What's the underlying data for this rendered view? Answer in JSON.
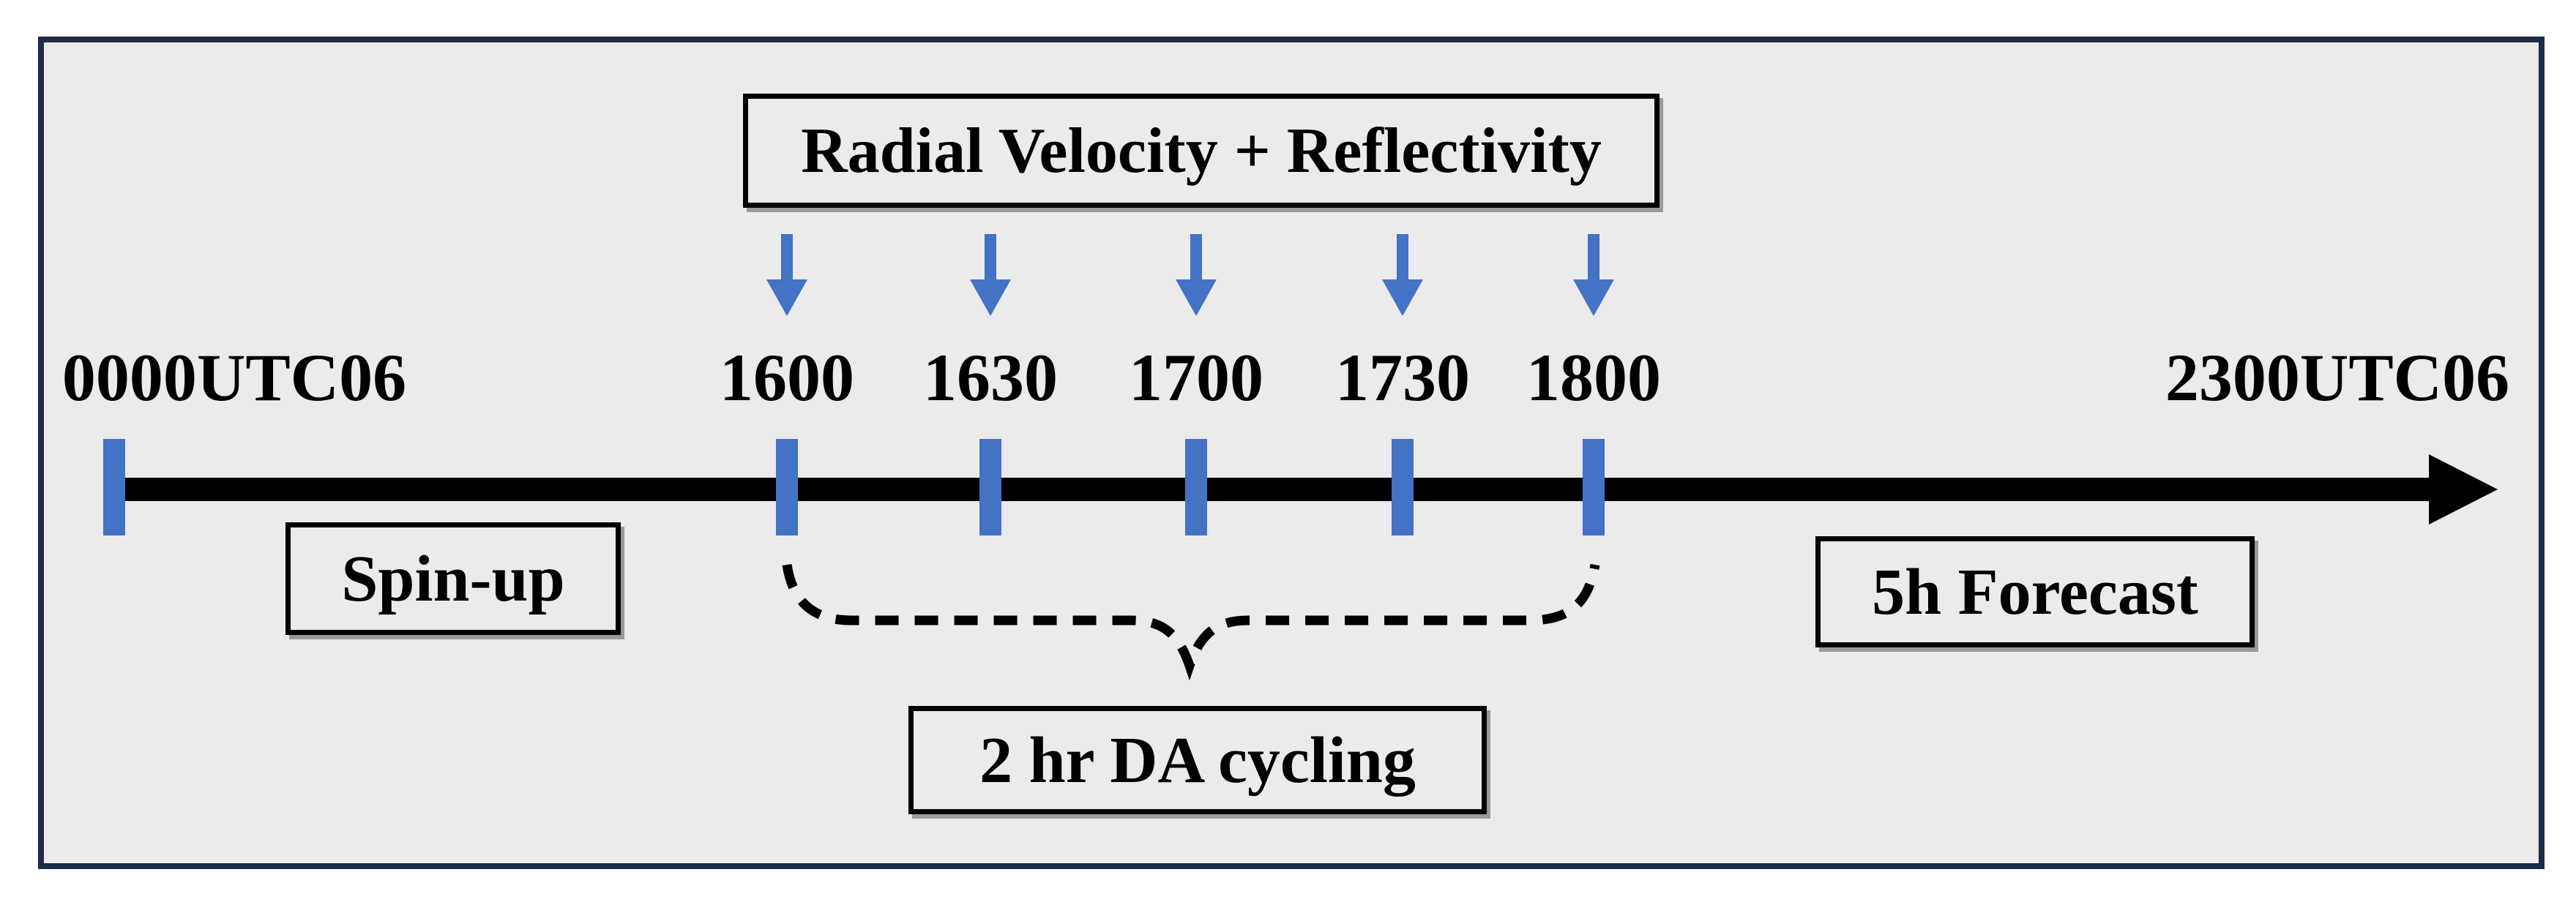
{
  "diagram": {
    "title_box_label": "Radial Velocity + Reflectivity",
    "timeline": {
      "start_label": "0000UTC06",
      "end_label": "2300UTC06"
    },
    "cycle_times": [
      "1600",
      "1630",
      "1700",
      "1730",
      "1800"
    ],
    "phase_labels": {
      "spin_up": "Spin-up",
      "da_cycling": "2 hr DA cycling",
      "forecast": "5h Forecast"
    },
    "colors": {
      "accent_blue": "#4472c4",
      "frame_border": "#1e2b45",
      "canvas_bg": "#ebebeb",
      "line_black": "#000000"
    }
  }
}
